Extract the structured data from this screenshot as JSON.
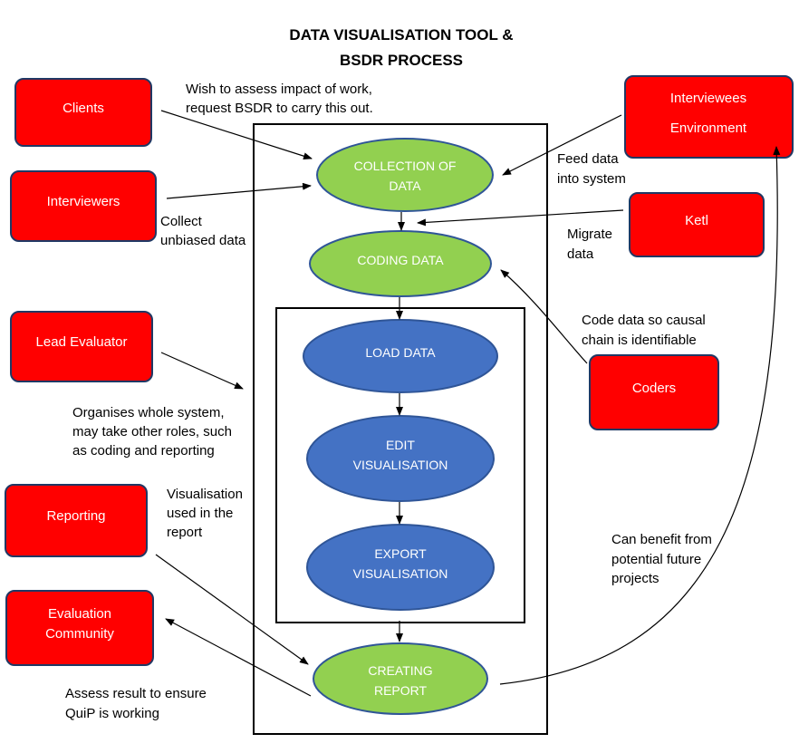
{
  "title": {
    "line1": "DATA VISUALISATION TOOL &",
    "line2": "BSDR PROCESS"
  },
  "colors": {
    "actor_fill": "#ff0000",
    "actor_stroke": "#203864",
    "green_fill": "#92d050",
    "green_stroke": "#2f5597",
    "blue_fill": "#4472c4",
    "blue_stroke": "#2f5597"
  },
  "actors": {
    "clients": "Clients",
    "interviewers": "Interviewers",
    "lead_evaluator": "Lead Evaluator",
    "reporting": "Reporting",
    "evaluation_community_1": "Evaluation",
    "evaluation_community_2": "Community",
    "interviewees": "Interviewees",
    "environment": "Environment",
    "ketl": "Ketl",
    "coders": "Coders"
  },
  "process": {
    "collection_1": "COLLECTION OF",
    "collection_2": "DATA",
    "coding": "CODING DATA",
    "load": "LOAD DATA",
    "edit_1": "EDIT",
    "edit_2": "VISUALISATION",
    "export_1": "EXPORT",
    "export_2": "VISUALISATION",
    "creating_1": "CREATING",
    "creating_2": "REPORT"
  },
  "notes": {
    "clients_1": "Wish to assess impact of work,",
    "clients_2": "request BSDR to carry this out.",
    "interviewers_1": "Collect",
    "interviewers_2": "unbiased data",
    "lead_1": "Organises whole system,",
    "lead_2": "may take other roles, such",
    "lead_3": "as coding and reporting",
    "reporting_1": "Visualisation",
    "reporting_2": "used in the",
    "reporting_3": "report",
    "community_1": "Assess result to ensure",
    "community_2": "QuiP is working",
    "feed_1": "Feed data",
    "feed_2": "into system",
    "migrate_1": "Migrate",
    "migrate_2": "data",
    "coders_1": "Code data so causal",
    "coders_2": "chain is identifiable",
    "future_1": "Can benefit from",
    "future_2": "potential future",
    "future_3": "projects"
  }
}
